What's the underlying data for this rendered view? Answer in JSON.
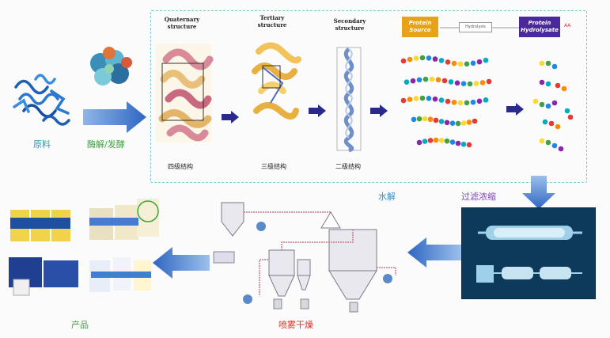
{
  "labels": {
    "raw_material": "原料",
    "enzymolysis": "酶解/发酵",
    "hydrolysis": "水解",
    "filter_concentrate": "过滤浓缩",
    "spray_dry": "喷雾干燥",
    "product": "产品"
  },
  "structures": {
    "quaternary_title": "Quaternary\nstructure",
    "tertiary_title": "Tertiary\nstructure",
    "secondary_title": "Secondary\nstructure",
    "quaternary_label": "四级结构",
    "tertiary_label": "三级结构",
    "secondary_label": "二级结构"
  },
  "hydrolysis_diagram": {
    "protein_source": "Protein\nSource",
    "hydrolysis": "Hydrolysis",
    "protein_hydrolysate": "Protein\nHydrolysate",
    "aa": "AA"
  },
  "colors": {
    "arrow_blue": "#2f74c9",
    "teal_label": "#1aa1b5",
    "green_label": "#3aa63a",
    "red_label": "#e0302a",
    "purple_label": "#7a42b5",
    "protein_source_bg": "#e8a21a",
    "hydrolysate_bg": "#4a2a9a"
  }
}
